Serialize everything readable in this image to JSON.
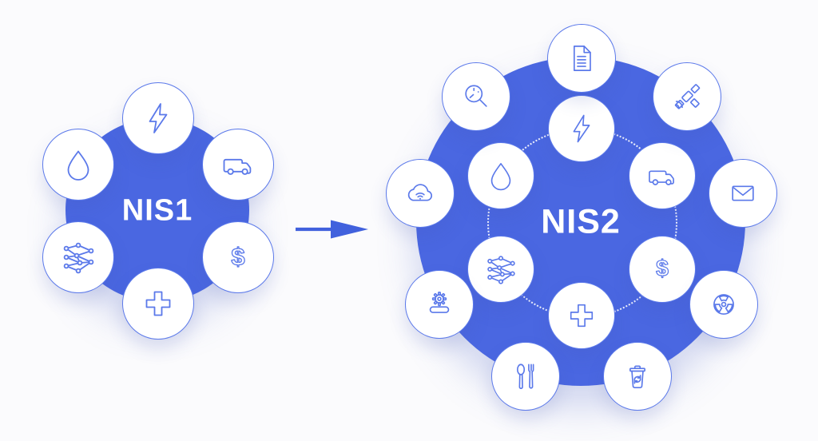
{
  "colors": {
    "background": "#fbfbfd",
    "cluster_fill": "#4a67e1",
    "bubble_fill": "#ffffff",
    "bubble_border": "#5b79ea",
    "icon_stroke": "#5b79ea",
    "label_text": "#ffffff",
    "dotted_ring": "#ffffff",
    "arrow": "#4161dd"
  },
  "arrow": {
    "name": "transition-arrow",
    "direction": "right"
  },
  "clusters": [
    {
      "id": "nis1",
      "label": "NIS1",
      "sectors": [
        {
          "icon": "lightning-icon"
        },
        {
          "icon": "truck-icon"
        },
        {
          "icon": "dollar-icon"
        },
        {
          "icon": "medical-cross-icon"
        },
        {
          "icon": "network-icon"
        },
        {
          "icon": "water-drop-icon"
        }
      ]
    },
    {
      "id": "nis2",
      "label": "NIS2",
      "inner_sectors": [
        {
          "icon": "lightning-icon"
        },
        {
          "icon": "truck-icon"
        },
        {
          "icon": "dollar-icon"
        },
        {
          "icon": "medical-cross-icon"
        },
        {
          "icon": "network-icon"
        },
        {
          "icon": "water-drop-icon"
        }
      ],
      "outer_sectors": [
        {
          "icon": "document-icon"
        },
        {
          "icon": "satellite-icon"
        },
        {
          "icon": "envelope-icon"
        },
        {
          "icon": "radiation-icon"
        },
        {
          "icon": "trash-recycle-icon"
        },
        {
          "icon": "cutlery-icon"
        },
        {
          "icon": "gear-machine-icon"
        },
        {
          "icon": "cloud-wifi-icon"
        },
        {
          "icon": "magnifier-clock-icon"
        }
      ]
    }
  ]
}
